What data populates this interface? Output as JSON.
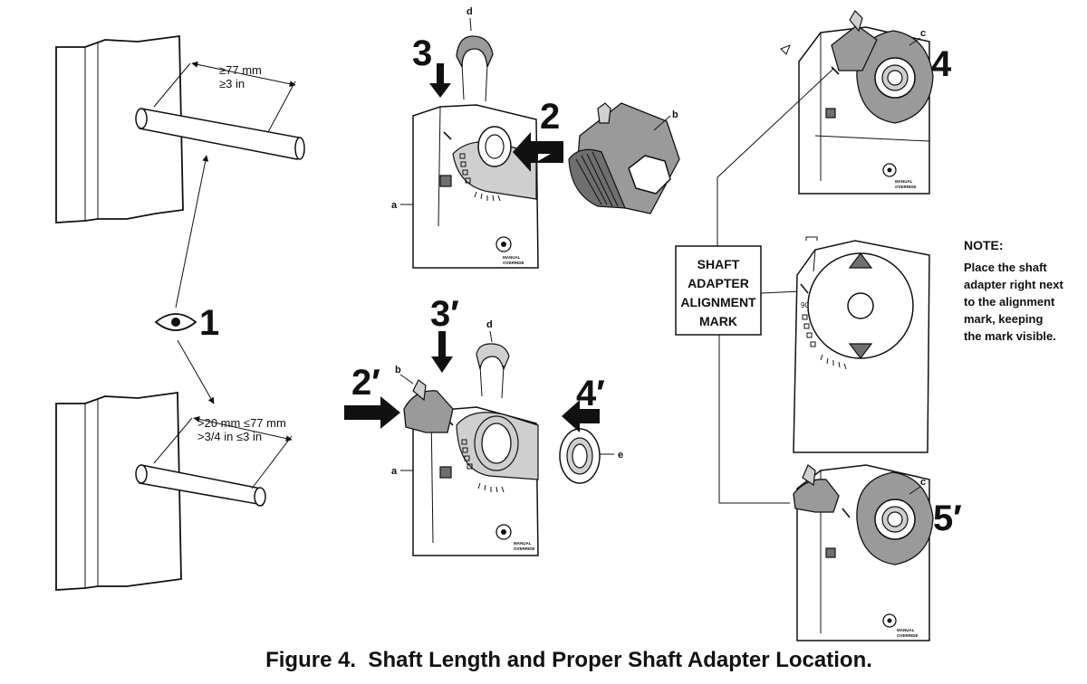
{
  "figure": {
    "caption": "Figure 4.  Shaft Length and Proper Shaft Adapter Location.",
    "step_labels": {
      "s1": "1",
      "s2": "2",
      "s3": "3",
      "s4": "4",
      "s2p": "2′",
      "s3p": "3′",
      "s4p": "4′",
      "s5p": "5′"
    },
    "part_letters": {
      "a_top": "a",
      "a_mid": "a",
      "b_top": "b",
      "b_mid": "b",
      "c_top": "c",
      "c_bottom": "c",
      "d_top": "d",
      "d_mid": "d",
      "e": "e"
    },
    "dimensions": {
      "long_mm": "≥77 mm",
      "long_in": "≥3 in",
      "short_mm": ">20 mm ≤77 mm",
      "short_in": ">3/4 in  ≤3 in"
    },
    "alignment_box": [
      "SHAFT",
      "ADAPTER",
      "ALIGNMENT",
      "MARK"
    ],
    "note": {
      "title": "NOTE:",
      "lines": [
        "Place the shaft",
        "adapter right next",
        "to the alignment",
        "mark, keeping",
        "the mark visible."
      ]
    },
    "manual_override": [
      "MANUAL",
      "OVERRIDE"
    ],
    "scale_mark": "90"
  }
}
